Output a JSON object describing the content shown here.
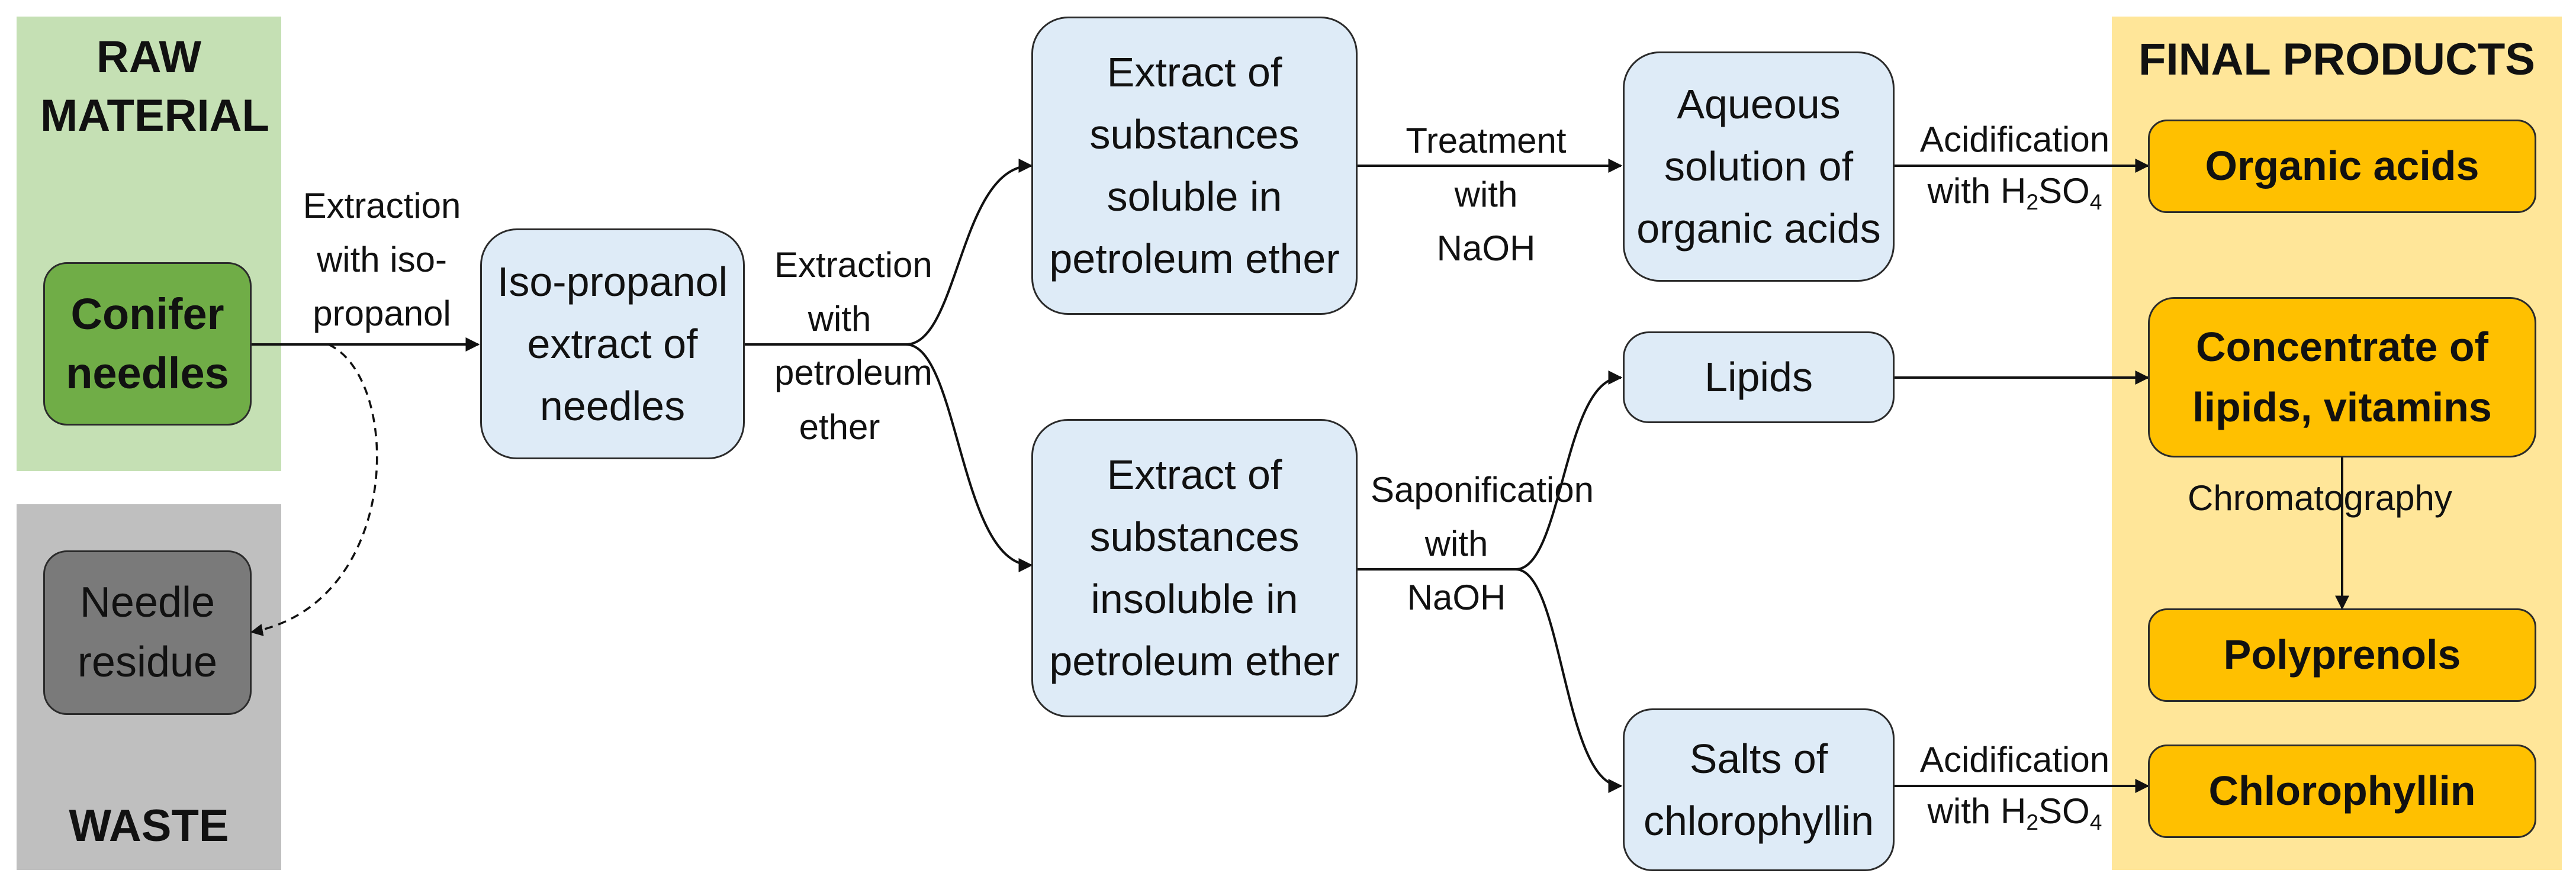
{
  "panels": {
    "raw": {
      "title": "RAW MATERIAL",
      "color": "#c5e0b4"
    },
    "waste": {
      "title": "WASTE",
      "color": "#bfbfbf"
    },
    "final": {
      "title": "FINAL PRODUCTS",
      "color": "#ffe699"
    }
  },
  "nodes": {
    "conifer": "Conifer needles",
    "residue": "Needle residue",
    "isopropanol_extract": "Iso-propanol extract of needles",
    "soluble_extract": "Extract of substances soluble in petroleum ether",
    "insoluble_extract": "Extract of substances insoluble in petroleum ether",
    "aqueous_solution": "Aqueous solution of organic acids",
    "lipids": "Lipids",
    "salts": "Salts of chlorophyllin",
    "organic_acids": "Organic acids",
    "concentrate": "Concentrate of lipids, vitamins",
    "polyprenols": "Polyprenols",
    "chlorophyllin": "Chlorophyllin"
  },
  "edges": {
    "extraction_isopropanol": "Extraction with iso-propanol",
    "extraction_petroleum": "Extraction with petroleum ether",
    "treatment_naoh": "Treatment with NaOH",
    "saponification": "Saponification with NaOH",
    "acidification_label": "Acidification",
    "with_label": "with",
    "acid_formula": {
      "h": "H",
      "two": "2",
      "so": "SO",
      "four": "4"
    },
    "chromatography": "Chromatography"
  }
}
